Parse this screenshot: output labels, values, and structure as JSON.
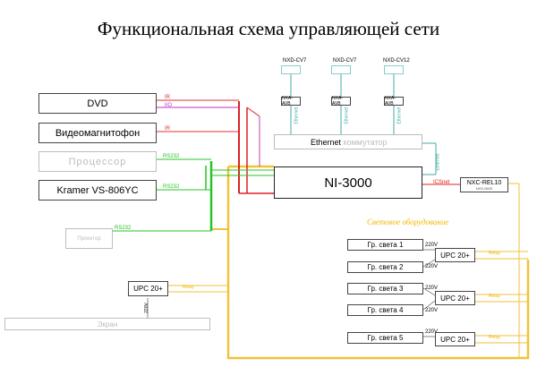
{
  "title": "Функциональная схема управляющей сети",
  "devices": {
    "dvd": "DVD",
    "vcr": "Видеомагнитофон",
    "processor": "Процессор",
    "kramer": "Kramer VS-806YC",
    "projector": "Проектор",
    "screen": "Экран",
    "ni3000": "NI-3000",
    "ethernet_word": "Ethernet",
    "ethernet_switch": "коммутатор",
    "nxc_rel10": "NXC-REL10",
    "nxc_rel10_sub": "NXS-NMS",
    "upc_left": "UPC 20+"
  },
  "touch_panels": [
    {
      "panel": "NXD-CV7",
      "adapter": "NXA-AVB",
      "cable": "Ethernet"
    },
    {
      "panel": "NXD-CV7",
      "adapter": "NXA-AVB",
      "cable": "Ethernet"
    },
    {
      "panel": "NXD-CV12",
      "adapter": "NXA-AVB",
      "cable": "Ethernet"
    }
  ],
  "lighting": {
    "title": "Световое оборудование",
    "groups": [
      "Гр. света 1",
      "Гр. света 2",
      "Гр. света 3",
      "Гр. света 4",
      "Гр. света 5"
    ],
    "upc": [
      "UPC 20+",
      "UPC 20+",
      "UPC 20+"
    ],
    "voltage": "220V",
    "relay": "Relay"
  },
  "links": {
    "ir": "IR",
    "io": "I/O",
    "rs": "RS232",
    "icsnet": "ICSnet",
    "ethernet": "Ethernet",
    "relay": "Relay",
    "v220": "220V"
  }
}
